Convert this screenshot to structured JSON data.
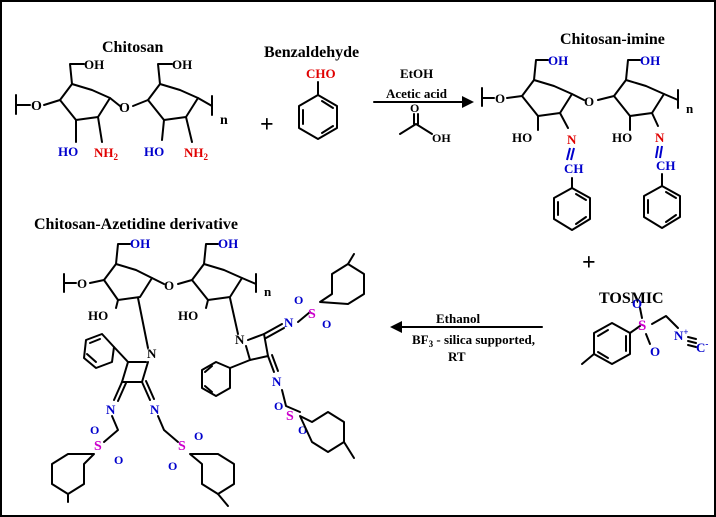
{
  "labels": {
    "chitosan": "Chitosan",
    "benzaldehyde": "Benzaldehyde",
    "chitosan_imine": "Chitosan-imine",
    "azetidine": "Chitosan-Azetidine derivative",
    "tosmic": "TOSMIC"
  },
  "reaction1": {
    "solvent": "EtOH",
    "catalyst": "Acetic acid",
    "acetic_oh": "OH",
    "acetic_o": "O"
  },
  "reaction2": {
    "solvent": "Ethanol",
    "catalyst": "BF3 - silica supported,",
    "condition": "RT"
  },
  "plus": "+",
  "atoms": {
    "oh": "OH",
    "ho": "HO",
    "o": "O",
    "n": "n",
    "nh2": "NH2",
    "cho": "CHO",
    "ch": "CH",
    "N": "N",
    "s": "S",
    "c_minus": "C",
    "n_plus": "N"
  },
  "colors": {
    "red": "#e00000",
    "blue": "#0000cc",
    "magenta": "#cc00cc",
    "black": "#000000"
  }
}
